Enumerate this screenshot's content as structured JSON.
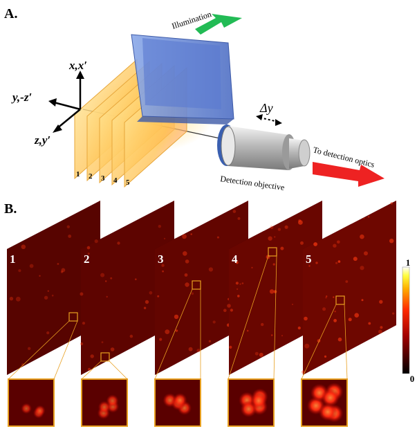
{
  "panel_a": {
    "label": "A.",
    "illumination": "Illumination",
    "axis_x": "x,x′",
    "axis_y": "y,-z′",
    "axis_z": "z,y′",
    "delta": "Δy",
    "to_detection": "To detection optics",
    "objective": "Detection objective",
    "plane_numbers": [
      "1",
      "2",
      "3",
      "4",
      "5"
    ]
  },
  "panel_b": {
    "label": "B.",
    "images": [
      {
        "number": "1",
        "intensity": 0.25
      },
      {
        "number": "2",
        "intensity": 0.4
      },
      {
        "number": "3",
        "intensity": 0.55
      },
      {
        "number": "4",
        "intensity": 0.75
      },
      {
        "number": "5",
        "intensity": 0.9
      }
    ],
    "colorbar": {
      "max": "1",
      "min": "0"
    }
  },
  "colors": {
    "plane_fill": "#ffc04d",
    "sheet": "#6f8fd9",
    "arrow_green": "#22bb55",
    "arrow_red": "#ee2222",
    "inset_border": "#e8a020",
    "image_dark": "#3a0000"
  }
}
